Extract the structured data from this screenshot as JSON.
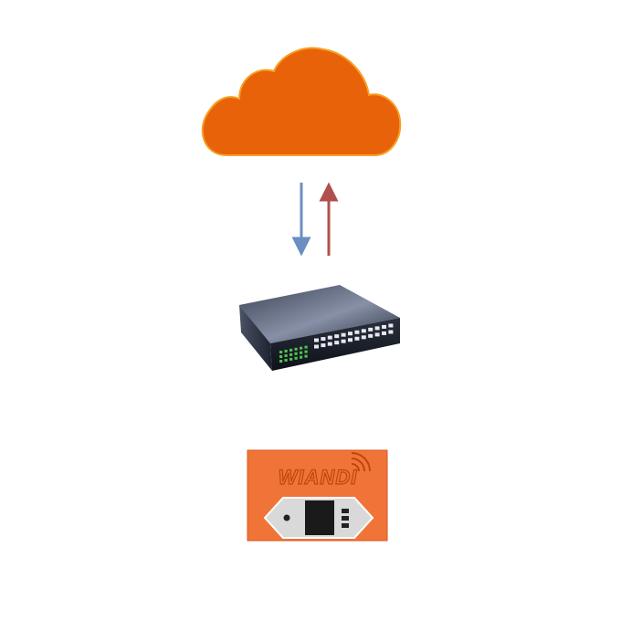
{
  "colors": {
    "background": "#ffffff",
    "cloud_fill": "#e8620a",
    "cloud_stroke": "#f6a021",
    "arrow_down": "#6a8fc0",
    "arrow_up": "#b0504c",
    "switch_body": "#1c2230",
    "switch_top": "#5a6378",
    "led_green": "#4ec34e",
    "device_fill": "#f07438",
    "device_border": "#d8581c"
  },
  "diagram": {
    "nodes": [
      {
        "id": "cloud",
        "icon": "cloud-icon"
      },
      {
        "id": "switch",
        "icon": "network-switch-icon"
      },
      {
        "id": "device",
        "icon": "wiandi-device-icon",
        "logo_text": "WIANDI"
      }
    ],
    "connections": [
      {
        "from": "cloud",
        "to": "switch",
        "direction": "down"
      },
      {
        "from": "switch",
        "to": "cloud",
        "direction": "up"
      }
    ]
  }
}
